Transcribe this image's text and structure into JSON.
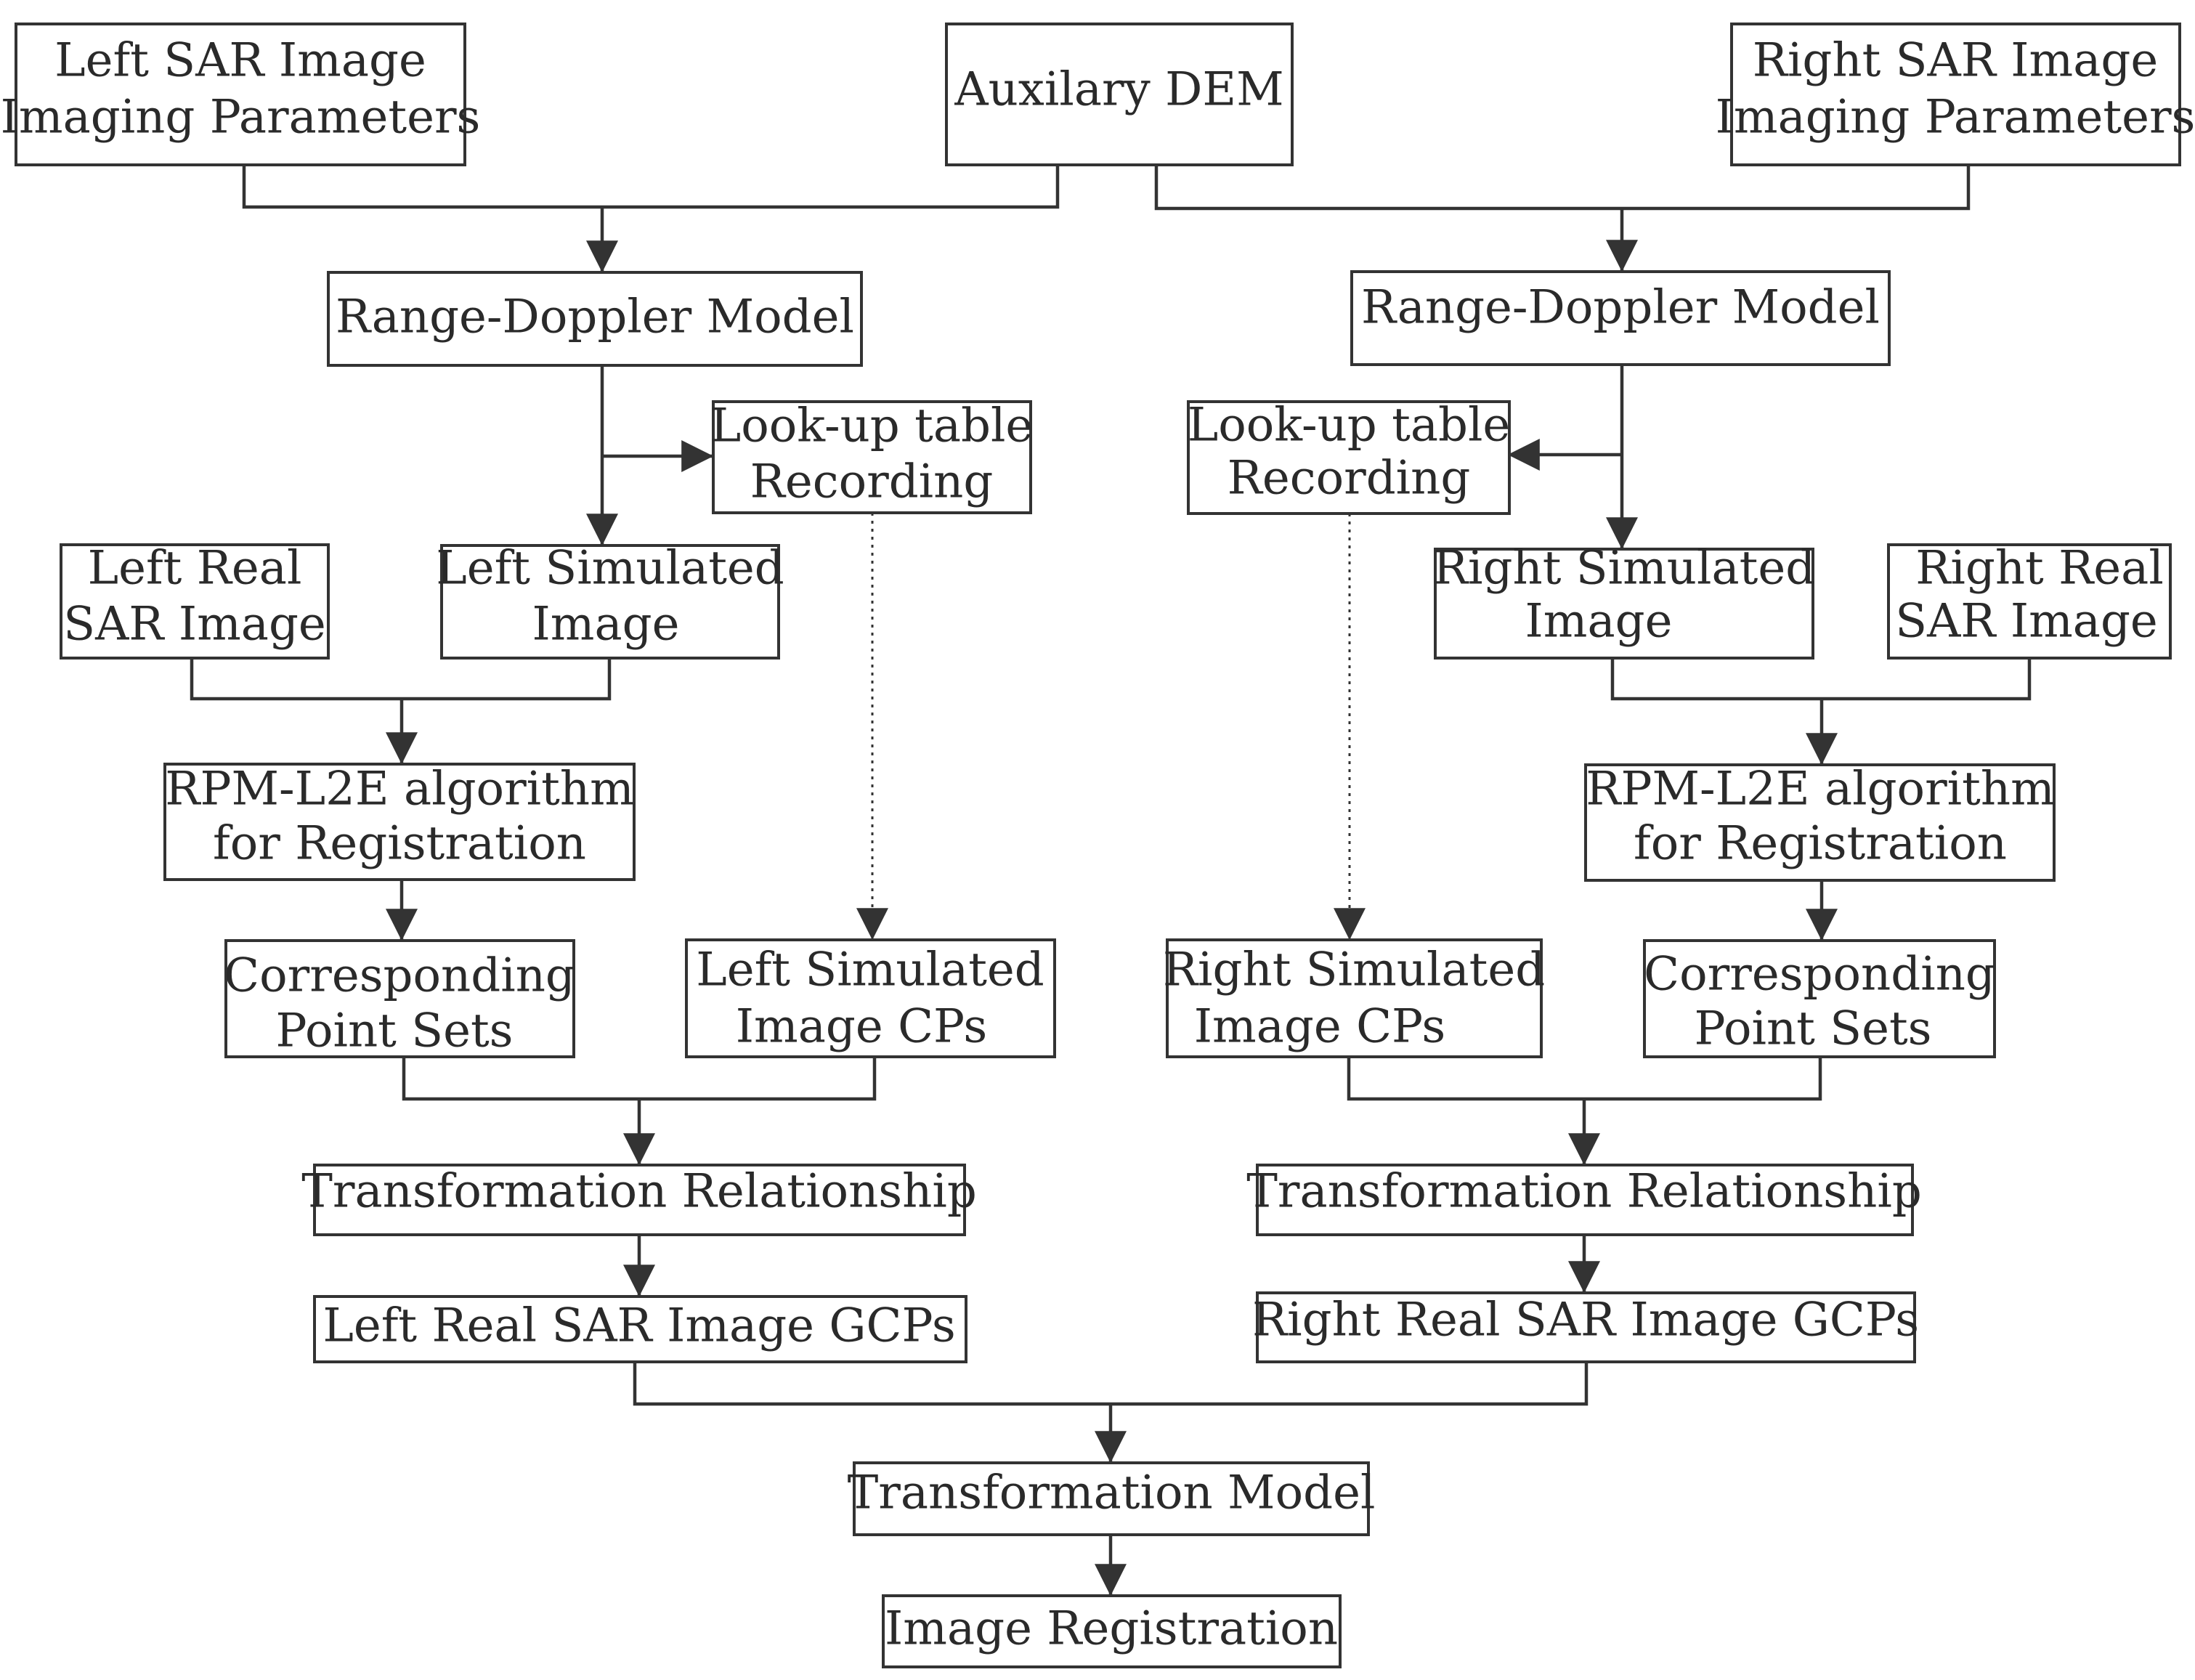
{
  "nodes": {
    "left_params": [
      "Left SAR Image",
      "Imaging Parameters"
    ],
    "auxiliary_dem": [
      "Auxilary DEM"
    ],
    "right_params": [
      "Right SAR Image",
      "Imaging Parameters"
    ],
    "left_rd_model": [
      "Range-Doppler Model"
    ],
    "right_rd_model": [
      "Range-Doppler Model"
    ],
    "left_lut": [
      "Look-up table",
      "Recording"
    ],
    "right_lut": [
      "Look-up table",
      "Recording"
    ],
    "left_real_sar": [
      "Left Real",
      "SAR Image"
    ],
    "left_simulated": [
      "Left Simulated",
      "Image"
    ],
    "right_simulated": [
      "Right Simulated",
      "Image"
    ],
    "right_real_sar": [
      "Right Real",
      "SAR Image"
    ],
    "left_rpm": [
      "RPM-L2E algorithm",
      "for Registration"
    ],
    "right_rpm": [
      "RPM-L2E algorithm",
      "for Registration"
    ],
    "left_point_sets": [
      "Corresponding",
      "Point Sets"
    ],
    "left_sim_cps": [
      "Left Simulated",
      "Image CPs"
    ],
    "right_sim_cps": [
      "Right Simulated",
      "Image CPs"
    ],
    "right_point_sets": [
      "Corresponding",
      "Point Sets"
    ],
    "left_transform_rel": [
      "Transformation Relationship"
    ],
    "right_transform_rel": [
      "Transformation Relationship"
    ],
    "left_gcps": [
      "Left Real SAR Image GCPs"
    ],
    "right_gcps": [
      "Right Real SAR Image GCPs"
    ],
    "transformation_model": [
      "Transformation Model"
    ],
    "image_registration": [
      "Image Registration"
    ]
  }
}
